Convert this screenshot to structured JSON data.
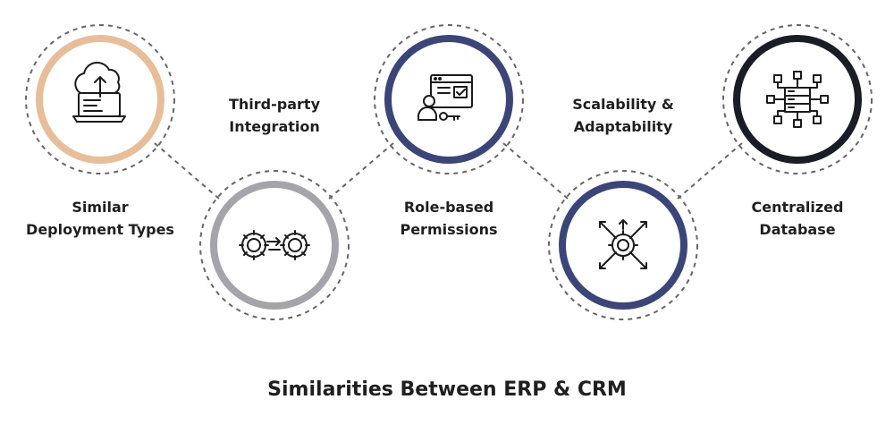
{
  "colors": {
    "peach": "#E7BE99",
    "grey": "#A5A4AA",
    "navy": "#3C4577",
    "black": "#1B1D26",
    "dotted": "#666666",
    "icon": "#1a1a1a"
  },
  "nodes": [
    {
      "id": "deployment",
      "label_lines": [
        "Similar",
        "Deployment Types"
      ],
      "ring": "peach",
      "icon": "cloud-upload-laptop-icon"
    },
    {
      "id": "integration",
      "label_lines": [
        "Third-party",
        "Integration"
      ],
      "ring": "grey",
      "icon": "gears-link-icon"
    },
    {
      "id": "permissions",
      "label_lines": [
        "Role-based",
        "Permissions"
      ],
      "ring": "navy",
      "icon": "user-key-browser-icon"
    },
    {
      "id": "scalability",
      "label_lines": [
        "Scalability &",
        "Adaptability"
      ],
      "ring": "navy",
      "icon": "gear-expand-arrows-icon"
    },
    {
      "id": "database",
      "label_lines": [
        "Centralized",
        "Database"
      ],
      "ring": "black",
      "icon": "server-network-icon"
    }
  ],
  "title": "Similarities Between ERP & CRM"
}
